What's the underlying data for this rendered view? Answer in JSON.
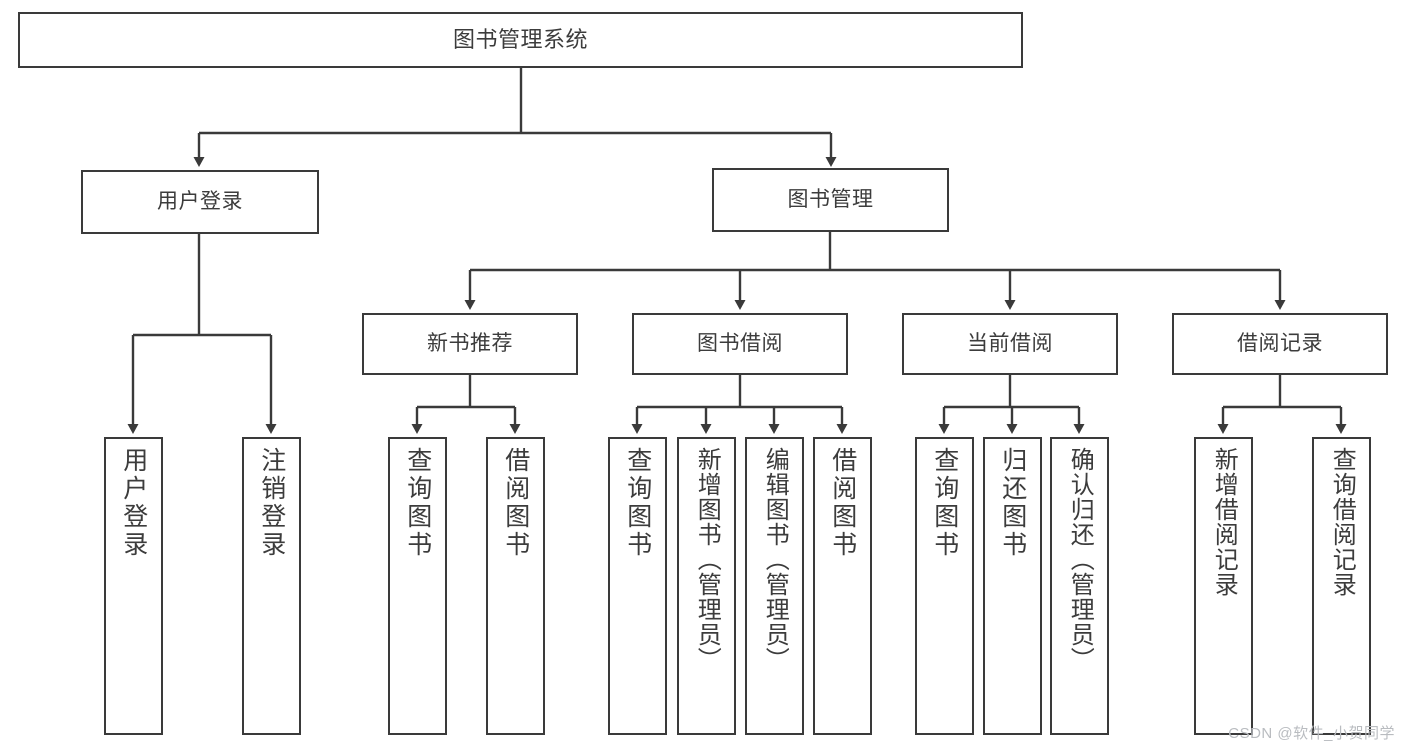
{
  "diagram": {
    "type": "tree",
    "title": "图书管理系统",
    "watermark": "CSDN @软件_小贺同学",
    "colors": {
      "box_border": "#3a3a3a",
      "box_fill": "#ffffff",
      "connector": "#3a3a3a",
      "text": "#3c3c3c",
      "watermark": "#b9bcc0",
      "background": "#ffffff"
    },
    "nodes": {
      "root": {
        "label": "图书管理系统"
      },
      "level1": [
        {
          "id": "user-login",
          "label": "用户登录"
        },
        {
          "id": "book-management",
          "label": "图书管理"
        }
      ],
      "level2": [
        {
          "id": "new-book-recommend",
          "label": "新书推荐"
        },
        {
          "id": "book-borrow",
          "label": "图书借阅"
        },
        {
          "id": "current-borrow",
          "label": "当前借阅"
        },
        {
          "id": "borrow-record",
          "label": "借阅记录"
        }
      ],
      "leaves": {
        "user_login": [
          {
            "id": "leaf-user-login",
            "label": "用户登录"
          },
          {
            "id": "leaf-logout-login",
            "label": "注销登录"
          }
        ],
        "new_book_recommend": [
          {
            "id": "leaf-query-book-1",
            "label": "查询图书"
          },
          {
            "id": "leaf-borrow-book-1",
            "label": "借阅图书"
          }
        ],
        "book_borrow": [
          {
            "id": "leaf-query-book-2",
            "label": "查询图书"
          },
          {
            "id": "leaf-add-book-admin",
            "label": "新增图书（管理员）"
          },
          {
            "id": "leaf-edit-book-admin",
            "label": "编辑图书（管理员）"
          },
          {
            "id": "leaf-borrow-book-2",
            "label": "借阅图书"
          }
        ],
        "current_borrow": [
          {
            "id": "leaf-query-book-3",
            "label": "查询图书"
          },
          {
            "id": "leaf-return-book",
            "label": "归还图书"
          },
          {
            "id": "leaf-confirm-return-admin",
            "label": "确认归还（管理员）"
          }
        ],
        "borrow_record": [
          {
            "id": "leaf-add-borrow-record",
            "label": "新增借阅记录"
          },
          {
            "id": "leaf-query-borrow-record",
            "label": "查询借阅记录"
          }
        ]
      }
    }
  }
}
